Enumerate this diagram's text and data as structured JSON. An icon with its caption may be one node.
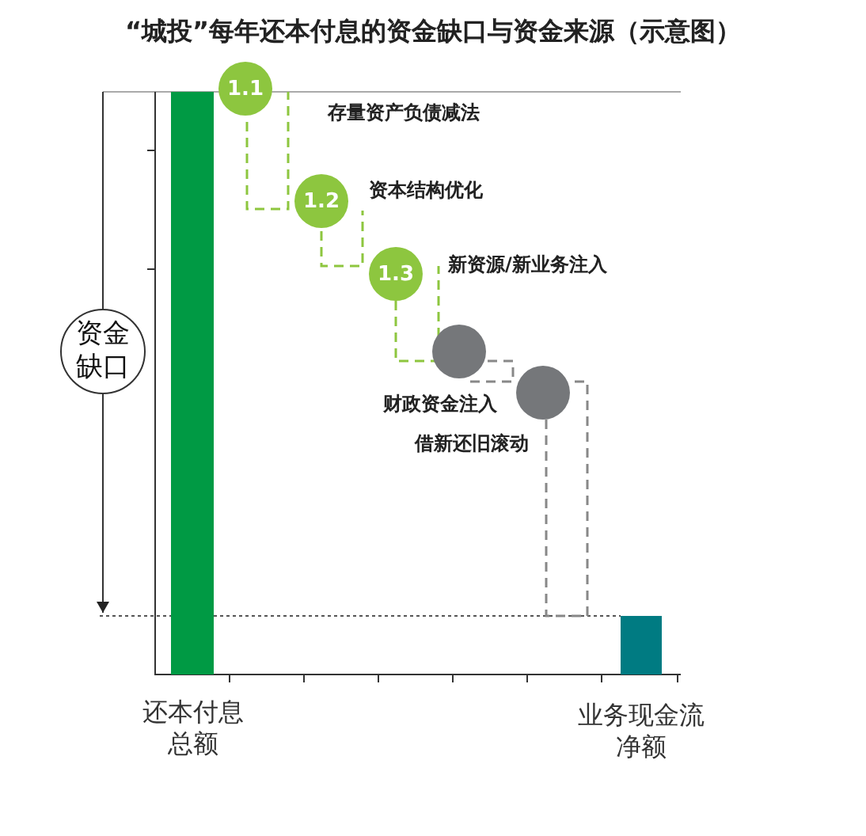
{
  "diagram": {
    "title": "“城投”每年还本付息的资金缺口与资金来源（示意图）",
    "nodes": [
      {
        "text": [],
        "shape": "bar",
        "beside": [
          "还本付息总额"
        ]
      },
      {
        "text": [
          "1.1"
        ],
        "beside": [
          "存量资产负债减法"
        ]
      },
      {
        "text": [
          "1.2"
        ],
        "beside": [
          "资本结构优化"
        ]
      },
      {
        "text": [
          "1.3"
        ],
        "beside": [
          "新资源/新业务注入"
        ]
      },
      {
        "text": [],
        "shape": "circle",
        "beside": [
          "财政资金注入"
        ]
      },
      {
        "text": [],
        "shape": "circle",
        "beside": [
          "借新还旧滚动"
        ]
      },
      {
        "text": [],
        "shape": "bar",
        "beside": [
          "业务现金流净额"
        ]
      },
      {
        "text": [
          "资金缺口"
        ]
      }
    ]
  }
}
